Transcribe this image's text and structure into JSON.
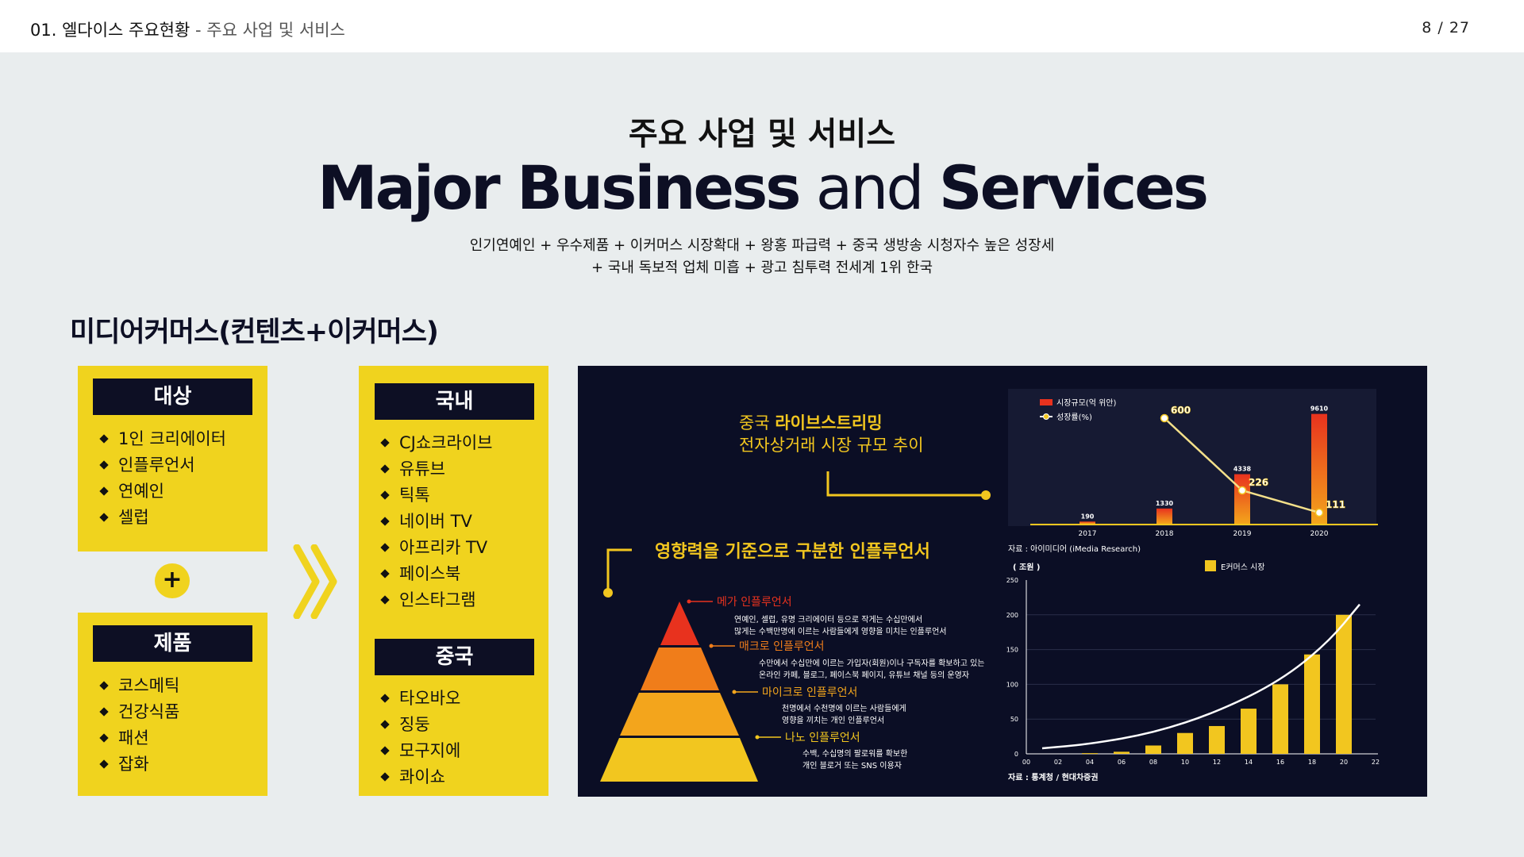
{
  "header": {
    "section": "01. 엘다이스 주요현황",
    "separator": "-",
    "subsection": "주요 사업 및 서비스",
    "page": "8 / 27"
  },
  "hero": {
    "ko_title": "주요 사업 및 서비스",
    "en_title_1": "Major Business",
    "en_title_2": "and",
    "en_title_3": "Services",
    "desc_line1": "인기연예인 + 우수제품 + 이커머스 시장확대 + 왕홍 파급력 + 중국 생방송 시청자수 높은 성장세",
    "desc_line2": "+ 국내 독보적 업체 미흡 + 광고 침투력 전세계 1위 한국"
  },
  "section_title": "미디어커머스(컨텐츠+이커머스)",
  "target_box": {
    "title": "대상",
    "items": [
      "1인 크리에이터",
      "인플루언서",
      "연예인",
      "셀럽"
    ]
  },
  "plus_symbol": "+",
  "product_box": {
    "title": "제품",
    "items": [
      "코스메틱",
      "건강식품",
      "패션",
      "잡화"
    ]
  },
  "domestic_box": {
    "title": "국내",
    "items": [
      "CJ쇼크라이브",
      "유튜브",
      "틱톡",
      "네이버 TV",
      "아프리카 TV",
      "페이스북",
      "인스타그램"
    ]
  },
  "china_box": {
    "title": "중국",
    "items": [
      "타오바오",
      "징둥",
      "모구지에",
      "콰이쇼"
    ]
  },
  "panel": {
    "live_title_1a": "중국 ",
    "live_title_1b": "라이브스트리밍",
    "live_title_2": "전자상거래 시장 규모 추이",
    "influencer_title": "영향력을 기준으로 구분한 인플루언서",
    "colors": {
      "accent_yellow": "#f2c61f",
      "mega": "#e8321e",
      "macro": "#f07d1a",
      "micro": "#f3a51c",
      "nano": "#f2c61f",
      "navy": "#0b0e25"
    },
    "pyramid": [
      {
        "label": "메가 인플루언서",
        "desc1": "연예인, 셀럽, 유명 크리에이터 등으로 작게는 수십만에서",
        "desc2": "많게는 수백만명에 이르는 사람들에게 영향을 미치는 인플루언서"
      },
      {
        "label": "매크로 인플루언서",
        "desc1": "수만에서 수십만에 이르는 가입자(회원)이나 구독자를 확보하고 있는",
        "desc2": "온라인 카페, 블로그, 페이스북 페이지, 유튜브 채널 등의 운영자"
      },
      {
        "label": "마이크로 인플루언서",
        "desc1": "천명에서 수천명에 이르는 사람들에게",
        "desc2": "영향을 끼치는 개인 인플루언서"
      },
      {
        "label": "나노 인플루언서",
        "desc1": "수백, 수십명의 팔로워를 확보한",
        "desc2": "개인 블로거 또는 SNS 이용자"
      }
    ]
  },
  "chart_data": [
    {
      "type": "bar",
      "legend": [
        "시장규모(억 위안)",
        "성장률(%)"
      ],
      "legend_placement": "top-left",
      "categories": [
        "2017",
        "2018",
        "2019",
        "2020"
      ],
      "series": [
        {
          "name": "시장규모(억 위안)",
          "type": "bar",
          "values": [
            190,
            1330,
            4338,
            9610
          ]
        },
        {
          "name": "성장률(%)",
          "type": "line",
          "values": [
            null,
            600,
            226,
            111
          ]
        }
      ],
      "value_labels": [
        "190",
        "1330",
        "4338",
        "9610",
        "600",
        "226",
        "111"
      ],
      "source": "자료 : 아이미디어 (iMedia Research)"
    },
    {
      "type": "bar",
      "unit_label": "( 조원 )",
      "legend": [
        "E커머스 시장"
      ],
      "legend_placement": "top-right",
      "x_ticks": [
        "00",
        "02",
        "04",
        "06",
        "08",
        "10",
        "12",
        "14",
        "16",
        "18",
        "20",
        "22"
      ],
      "y_ticks": [
        "0",
        "50",
        "100",
        "150",
        "200",
        "250"
      ],
      "ylim": [
        0,
        250
      ],
      "grid": true,
      "categories": [
        "02",
        "04",
        "06",
        "08",
        "10",
        "12",
        "14",
        "16",
        "18",
        "20",
        "22"
      ],
      "series": [
        {
          "name": "E커머스 시장",
          "values": [
            1,
            3,
            12,
            30,
            40,
            65,
            100,
            143,
            200
          ]
        }
      ],
      "bar_x": [
        4,
        6,
        8,
        10,
        12,
        14,
        16,
        18,
        20
      ],
      "trend": [
        [
          1,
          8
        ],
        [
          4,
          14
        ],
        [
          8,
          30
        ],
        [
          12,
          60
        ],
        [
          16,
          105
        ],
        [
          19,
          160
        ],
        [
          21,
          215
        ]
      ],
      "source": "자료 : 통계청 / 현대차증권"
    }
  ]
}
